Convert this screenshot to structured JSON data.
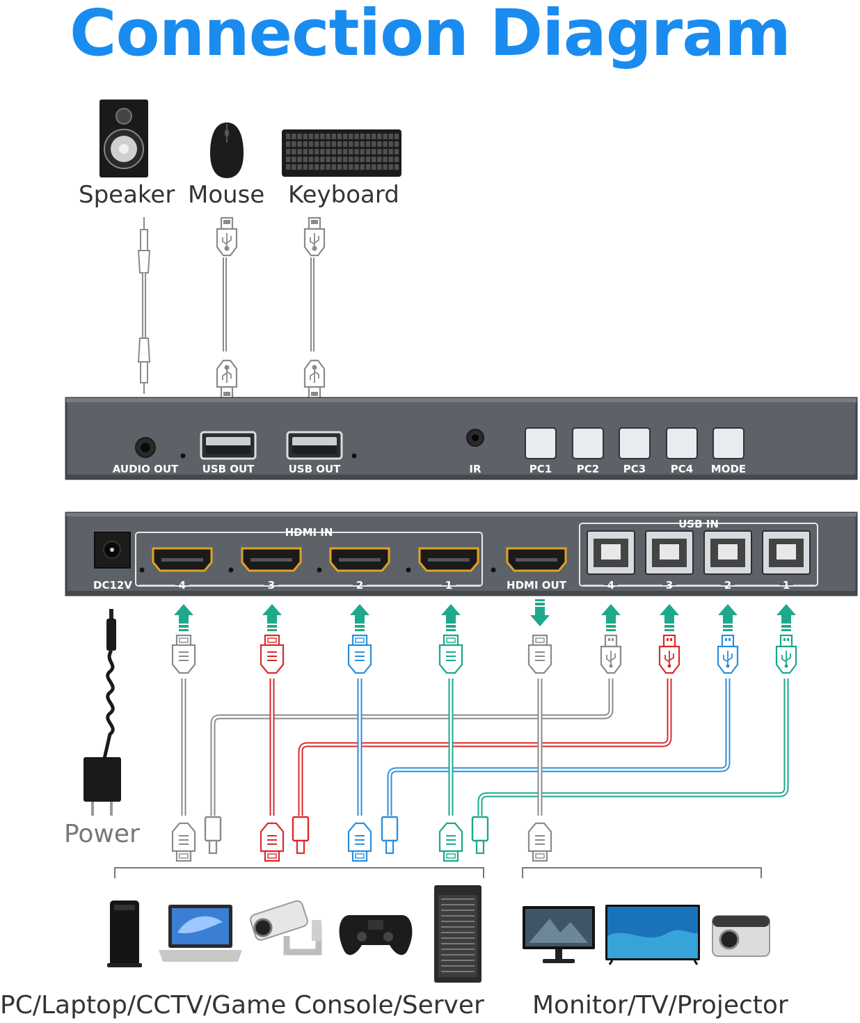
{
  "title": "Connection Diagram",
  "colors": {
    "title": "#1a8cf0",
    "panel": "#5d6268",
    "panel_edge": "#3d4146",
    "hdmi_port": "#e3a221",
    "arrow": "#1fa98b",
    "white_cable": "#8a8a8a",
    "red_cable": "#d92a2a",
    "blue_cable": "#2b8fdc",
    "green_cable": "#19a88c"
  },
  "peripherals": [
    "Speaker",
    "Mouse",
    "Keyboard"
  ],
  "front_panel": {
    "ports": [
      "AUDIO OUT",
      "USB OUT",
      "USB OUT",
      "IR"
    ],
    "buttons": [
      "PC1",
      "PC2",
      "PC3",
      "PC4",
      "MODE"
    ]
  },
  "rear_panel": {
    "power_label": "DC12V",
    "hdmi_in_label": "HDMI IN",
    "hdmi_in_numbers": [
      "4",
      "3",
      "2",
      "1"
    ],
    "hdmi_out_label": "HDMI OUT",
    "usb_in_label": "USB IN",
    "usb_in_numbers": [
      "4",
      "3",
      "2",
      "1"
    ]
  },
  "power_label": "Power",
  "sources_label": "PC/Laptop/CCTV/Game Console/Server",
  "displays_label": "Monitor/TV/Projector",
  "icons": [
    "speaker-icon",
    "mouse-icon",
    "keyboard-icon",
    "power-adapter-icon",
    "pc-tower-icon",
    "laptop-icon",
    "cctv-camera-icon",
    "game-controller-icon",
    "server-rack-icon",
    "monitor-icon",
    "tv-icon",
    "projector-icon"
  ]
}
